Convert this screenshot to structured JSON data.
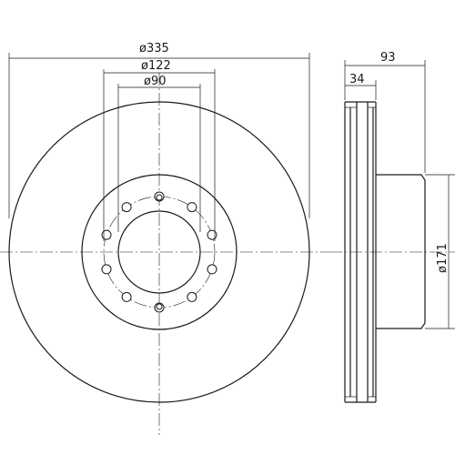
{
  "dimensions": {
    "outer_diameter": "ø335",
    "bolt_circle_diameter": "ø122",
    "center_bore_diameter": "ø90",
    "overall_height": "93",
    "disc_thickness": "34",
    "hat_diameter": "ø171"
  },
  "bolt_hole_count": 10
}
